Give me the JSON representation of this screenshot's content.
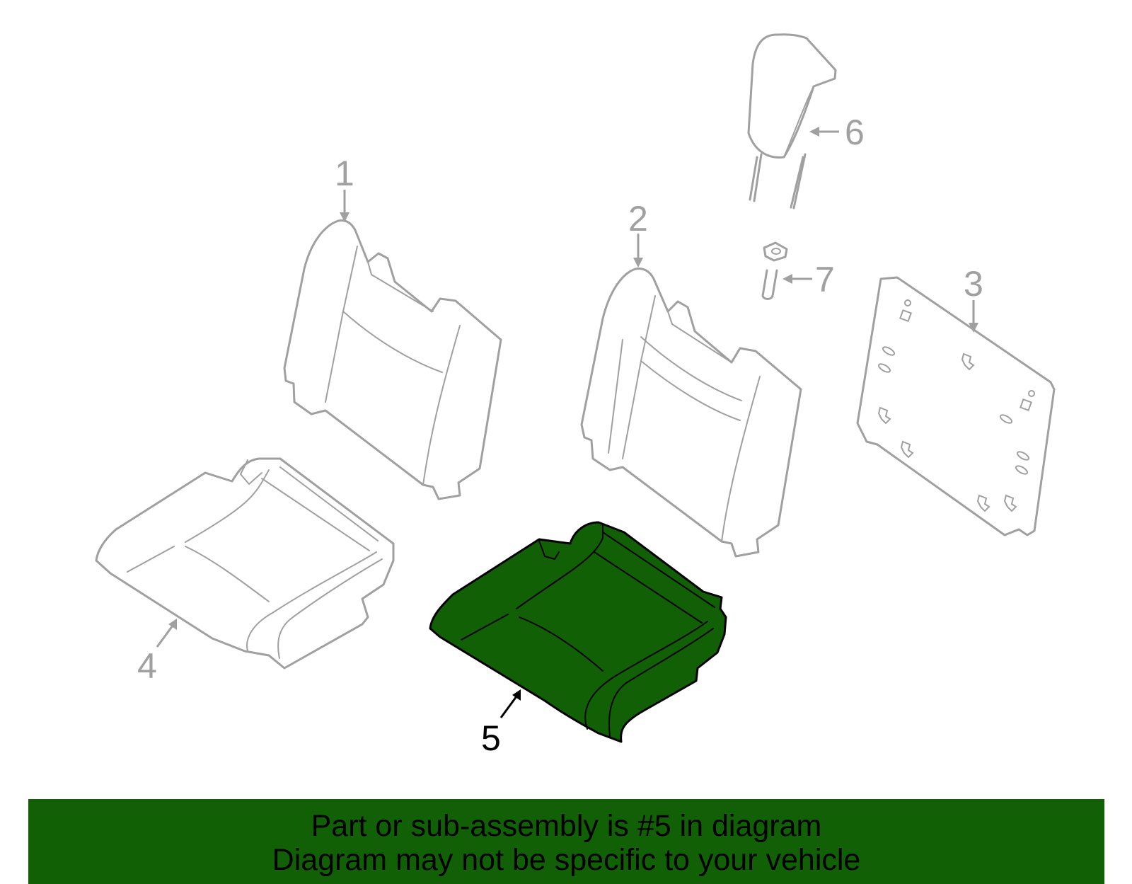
{
  "colors": {
    "highlight": "#116006",
    "part_stroke": "#a0a0a0",
    "highlight_stroke": "#000000",
    "banner_bg": "#116006"
  },
  "callouts": {
    "c1": "1",
    "c2": "2",
    "c3": "3",
    "c4": "4",
    "c5": "5",
    "c6": "6",
    "c7": "7"
  },
  "highlighted_part": "5",
  "banner": {
    "line1": "Part or sub-assembly is #5 in diagram",
    "line2": "Diagram may not be specific to your vehicle"
  }
}
